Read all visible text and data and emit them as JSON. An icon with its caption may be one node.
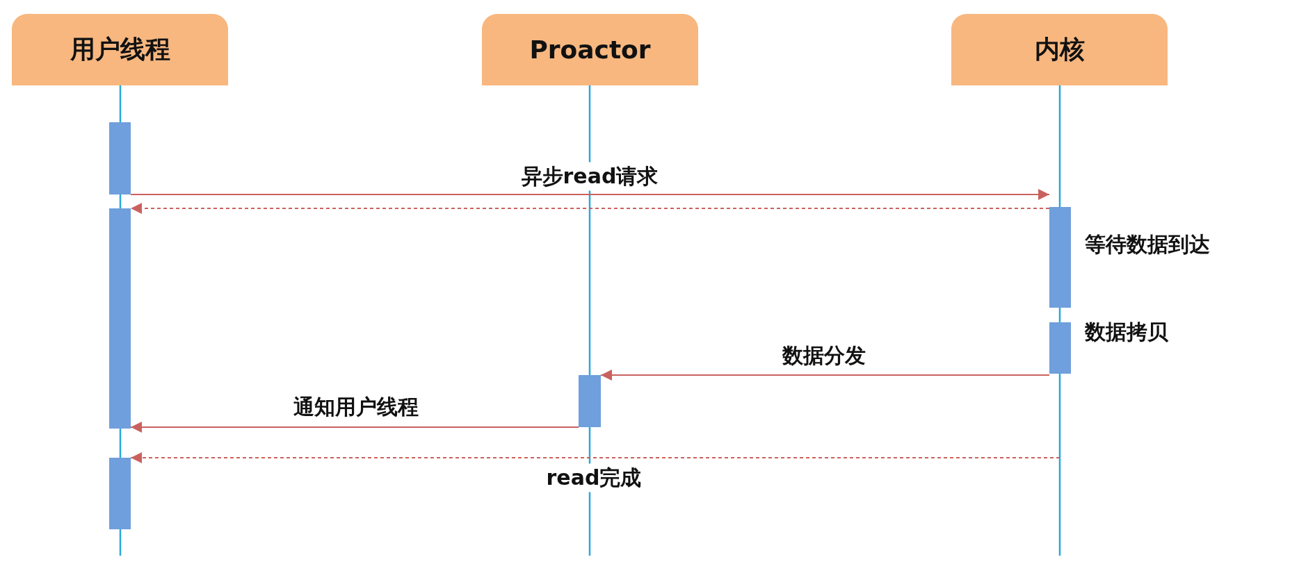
{
  "diagram": {
    "nodes": [
      {
        "text": [
          "用户线程"
        ]
      },
      {
        "text": [
          "Proactor"
        ]
      },
      {
        "text": [
          "内核"
        ]
      },
      {
        "text": [],
        "shape": "bar"
      },
      {
        "text": [],
        "shape": "bar"
      },
      {
        "text": [],
        "shape": "bar"
      },
      {
        "text": [],
        "shape": "bar",
        "beside": [
          "等待数据到达"
        ]
      },
      {
        "text": [],
        "shape": "bar",
        "beside": [
          "数据拷贝"
        ]
      },
      {
        "text": [],
        "shape": "bar"
      }
    ],
    "edges": [
      {
        "from": 3,
        "to": 6,
        "arrow": "to",
        "label": "异步read请求"
      },
      {
        "from": 6,
        "to": 4,
        "arrow": "to",
        "style": "dashed"
      },
      {
        "from": 7,
        "to": 8,
        "arrow": "to",
        "label": "数据分发"
      },
      {
        "from": 8,
        "to": 4,
        "arrow": "to",
        "label": "通知用户线程"
      },
      {
        "from": null,
        "to": 5,
        "arrow": "to",
        "style": "dashed",
        "label": "read完成"
      }
    ]
  }
}
